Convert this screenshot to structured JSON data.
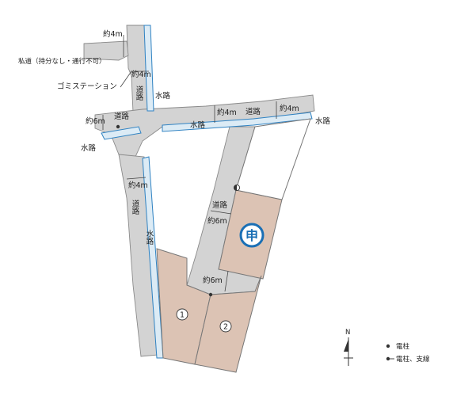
{
  "labels": {
    "width_4m_top": "約4m",
    "private_road": "私道（持分なし・通行不可）",
    "width_4m_mid": "約4m",
    "garbage_station": "ゴミステーション",
    "road_vertical_top": "道路",
    "water_channel_top": "水路",
    "width_6m_left": "約6m",
    "road_left": "道路",
    "water_left": "水路",
    "width_4m_center": "約4m",
    "road_center": "道路",
    "width_4m_right": "約4m",
    "water_right": "水路",
    "water_center": "水路",
    "width_4m_west": "約4m",
    "road_west": "道路",
    "water_west": "水路",
    "road_inner": "道路",
    "width_6m_inner": "約6m",
    "width_6m_bottom": "約6m"
  },
  "lots": {
    "lot1": "1",
    "lot2": "2",
    "applied_mark": "申"
  },
  "legend": {
    "north": "N",
    "pole": "電柱",
    "pole_guy": "電柱、支線"
  },
  "colors": {
    "road": "#d3d3d3",
    "water": "#2f82c2",
    "lot": "#dcc3b4",
    "mark": "#1a6fb5"
  }
}
